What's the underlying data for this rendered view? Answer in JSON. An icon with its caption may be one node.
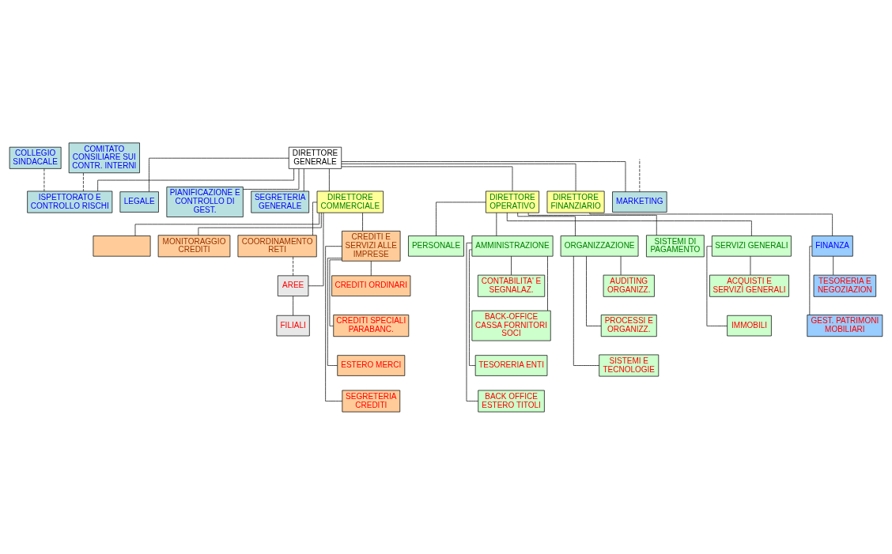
{
  "diagram": {
    "nodes": [
      {
        "text": [
          "COLLEGIO SINDACALE"
        ]
      },
      {
        "text": [
          "COMITATO CONSILIARE SUI CONTR. INTERNI"
        ]
      },
      {
        "text": [
          "DIRETTORE GENERALE"
        ]
      },
      {
        "text": [
          "ISPETTORATO E CONTROLLO RISCHI"
        ]
      },
      {
        "text": [
          "LEGALE"
        ]
      },
      {
        "text": [
          "PIANIFICAZIONE E CONTROLLO DI GEST."
        ]
      },
      {
        "text": [
          "SEGRETERIA GENERALE"
        ]
      },
      {
        "text": [
          "MARKETING"
        ]
      },
      {
        "text": [
          "DIRETTORE COMMERCIALE"
        ]
      },
      {
        "text": [
          "DIRETTORE OPERATIVO"
        ]
      },
      {
        "text": [
          "DIRETTORE FINANZIARIO"
        ]
      },
      {
        "text": [],
        "shape": "box"
      },
      {
        "text": [
          "MONITORAGGIO CREDITI"
        ]
      },
      {
        "text": [
          "PERSONALE"
        ]
      },
      {
        "text": [
          "COORDINAMENTO RETI"
        ]
      },
      {
        "text": [
          "CREDITI E SERVIZI ALLE IMPRESE"
        ]
      },
      {
        "text": [
          "AREE"
        ]
      },
      {
        "text": [
          "FILIALI"
        ]
      },
      {
        "text": [
          "CREDITI ORDINARI"
        ]
      },
      {
        "text": [
          "CREDITI SPECIALI PARABANC."
        ]
      },
      {
        "text": [
          "ESTERO MERCI"
        ]
      },
      {
        "text": [
          "SEGRETERIA CREDITI"
        ]
      },
      {
        "text": [
          "AMMINISTRAZIONE"
        ]
      },
      {
        "text": [
          "CONTABILITA' E SEGNALAZ."
        ]
      },
      {
        "text": [
          "BACK-OFFICE CASSA FORNITORI SOCI"
        ]
      },
      {
        "text": [
          "TESORERIA ENTI"
        ]
      },
      {
        "text": [
          "BACK OFFICE ESTERO TITOLI"
        ]
      },
      {
        "text": [
          "ORGANIZZAZIONE"
        ]
      },
      {
        "text": [
          "AUDITING ORGANIZZ."
        ]
      },
      {
        "text": [
          "PROCESSI E ORGANIZZ."
        ]
      },
      {
        "text": [
          "SISTEMI E TECNOLOGIE"
        ]
      },
      {
        "text": [
          "SISTEMI DI PAGAMENTO"
        ]
      },
      {
        "text": [
          "SERVIZI GENERALI"
        ]
      },
      {
        "text": [
          "ACQUISTI E SERVIZI GENERALI"
        ]
      },
      {
        "text": [
          "IMMOBILI"
        ]
      },
      {
        "text": [
          "FINANZA"
        ]
      },
      {
        "text": [
          "TESORERIA E NEGOZIAZION"
        ]
      },
      {
        "text": [
          "GEST. PATRIMONI MOBILIARI"
        ]
      }
    ],
    "edges": [
      {
        "from": 0,
        "to": 3,
        "arrow": "none",
        "style": "dashed"
      },
      {
        "from": 1,
        "to": 3,
        "arrow": "none",
        "style": "dashed"
      },
      {
        "from": 2,
        "to": 3,
        "arrow": "none"
      },
      {
        "from": 2,
        "to": 4,
        "arrow": "none"
      },
      {
        "from": 2,
        "to": 5,
        "arrow": "none"
      },
      {
        "from": 2,
        "to": 6,
        "arrow": "none"
      },
      {
        "from": 2,
        "to": 7,
        "arrow": "none"
      },
      {
        "from": 7,
        "to": null,
        "arrow": "none",
        "style": "dashed"
      },
      {
        "from": 2,
        "to": 8,
        "arrow": "none"
      },
      {
        "from": 2,
        "to": 9,
        "arrow": "none"
      },
      {
        "from": 2,
        "to": 10,
        "arrow": "none"
      },
      {
        "from": 8,
        "to": 11,
        "arrow": "none"
      },
      {
        "from": 8,
        "to": 12,
        "arrow": "none"
      },
      {
        "from": 8,
        "to": 16,
        "arrow": "none"
      },
      {
        "from": 8,
        "to": 14,
        "arrow": "none"
      },
      {
        "from": 8,
        "to": 15,
        "arrow": "none"
      },
      {
        "from": 14,
        "to": 16,
        "arrow": "none",
        "style": "dashed"
      },
      {
        "from": 16,
        "to": 17,
        "arrow": "none"
      },
      {
        "from": 15,
        "to": 18,
        "arrow": "none"
      },
      {
        "from": 15,
        "to": 19,
        "arrow": "none"
      },
      {
        "from": 15,
        "to": 20,
        "arrow": "none"
      },
      {
        "from": 15,
        "to": 21,
        "arrow": "none"
      },
      {
        "from": 9,
        "to": 13,
        "arrow": "none"
      },
      {
        "from": 9,
        "to": 22,
        "arrow": "none"
      },
      {
        "from": 9,
        "to": 27,
        "arrow": "none"
      },
      {
        "from": 9,
        "to": 31,
        "arrow": "none"
      },
      {
        "from": 9,
        "to": 32,
        "arrow": "none"
      },
      {
        "from": 22,
        "to": 23,
        "arrow": "none"
      },
      {
        "from": 22,
        "to": 24,
        "arrow": "none"
      },
      {
        "from": 22,
        "to": 25,
        "arrow": "none"
      },
      {
        "from": 22,
        "to": 26,
        "arrow": "none"
      },
      {
        "from": 27,
        "to": 28,
        "arrow": "none"
      },
      {
        "from": 27,
        "to": 29,
        "arrow": "none"
      },
      {
        "from": 27,
        "to": 30,
        "arrow": "none"
      },
      {
        "from": 32,
        "to": 33,
        "arrow": "none"
      },
      {
        "from": 32,
        "to": 34,
        "arrow": "none"
      },
      {
        "from": 10,
        "to": 35,
        "arrow": "none"
      },
      {
        "from": 35,
        "to": 36,
        "arrow": "none"
      },
      {
        "from": 35,
        "to": 37,
        "arrow": "none"
      }
    ]
  }
}
